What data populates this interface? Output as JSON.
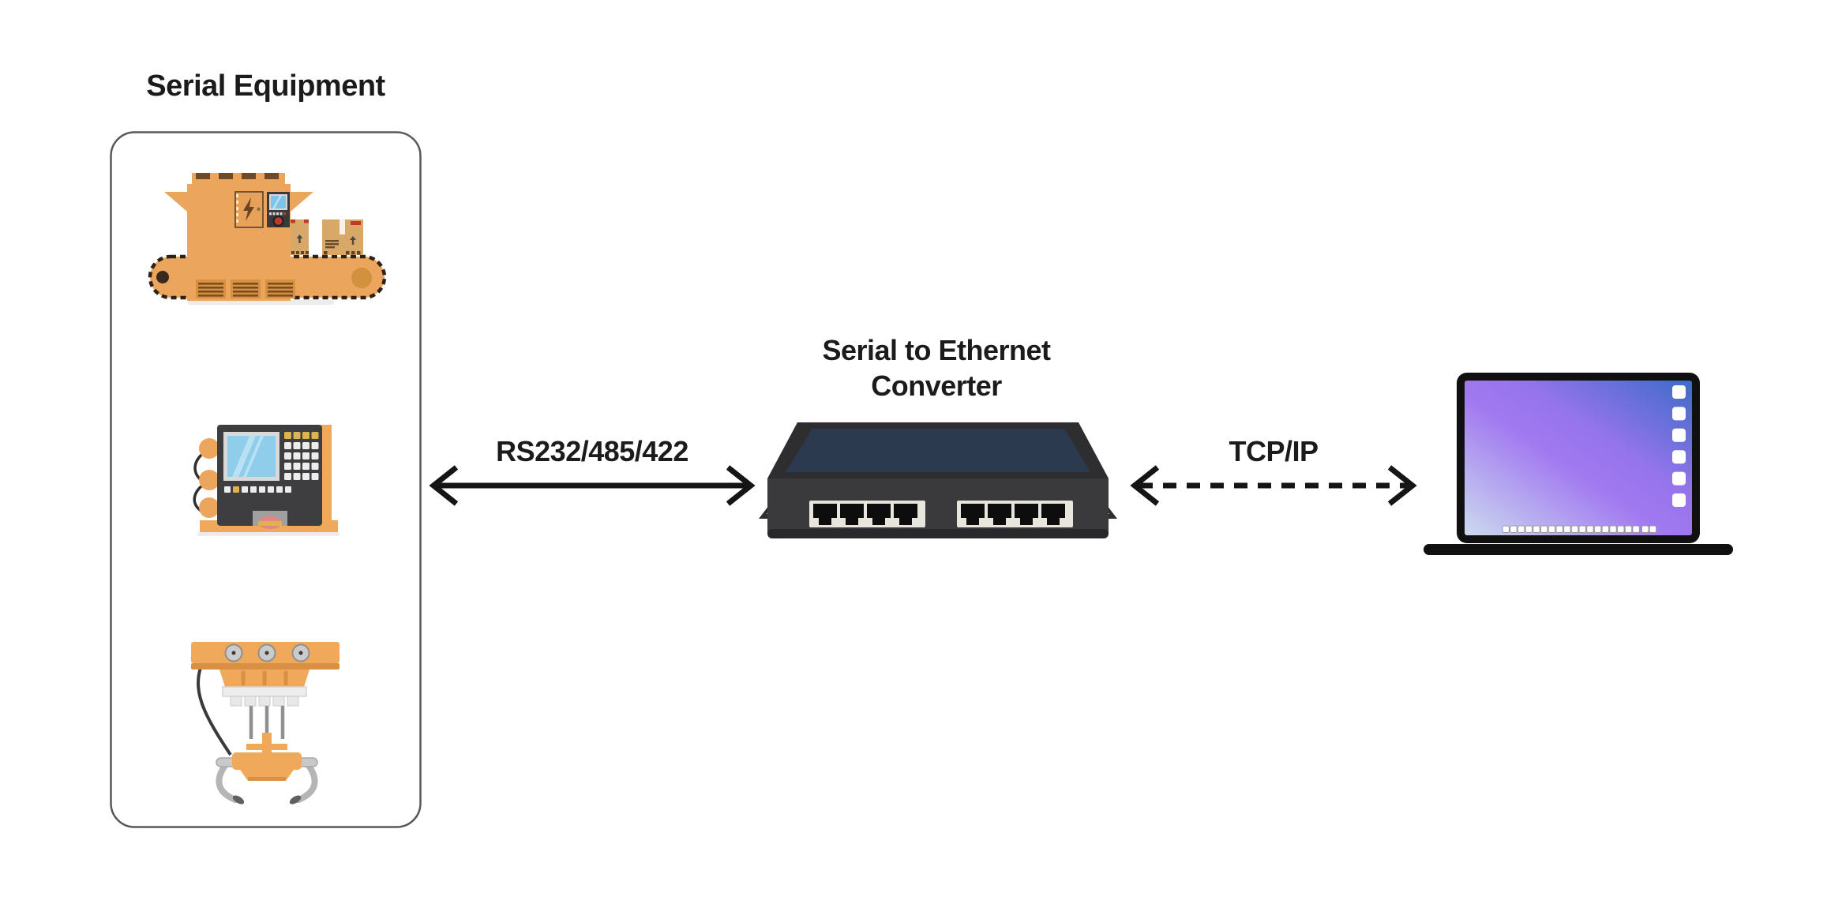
{
  "equipment_group": {
    "title": "Serial Equipment",
    "items": [
      {
        "name": "conveyor-machine"
      },
      {
        "name": "cnc-control-panel"
      },
      {
        "name": "robotic-gripper-arm"
      }
    ]
  },
  "converter": {
    "title_line1": "Serial to Ethernet",
    "title_line2": "Converter",
    "port_count": 8
  },
  "links": [
    {
      "label": "RS232/485/422",
      "style": "solid",
      "direction": "bidirectional"
    },
    {
      "label": "TCP/IP",
      "style": "dashed",
      "direction": "bidirectional"
    }
  ],
  "computer": {
    "type": "laptop"
  },
  "colors": {
    "background": "#ffffff",
    "text": "#1b1b1b",
    "arrow": "#151515",
    "group_box_border": "#57585A",
    "machine_orange": "#ECA55C",
    "machine_orange_dark": "#D8913F",
    "machine_slat_brown": "#6B4B2A",
    "device_dark": "#3A3A3C",
    "device_top_navy": "#2B3A4E",
    "port_bezel": "#E8E5DC",
    "screen_blue": "#7EC3E8",
    "button_red": "#C0392B",
    "laptop_screen_gradient": [
      "#CCDAEF",
      "#A179F0",
      "#3E6BC9"
    ]
  }
}
